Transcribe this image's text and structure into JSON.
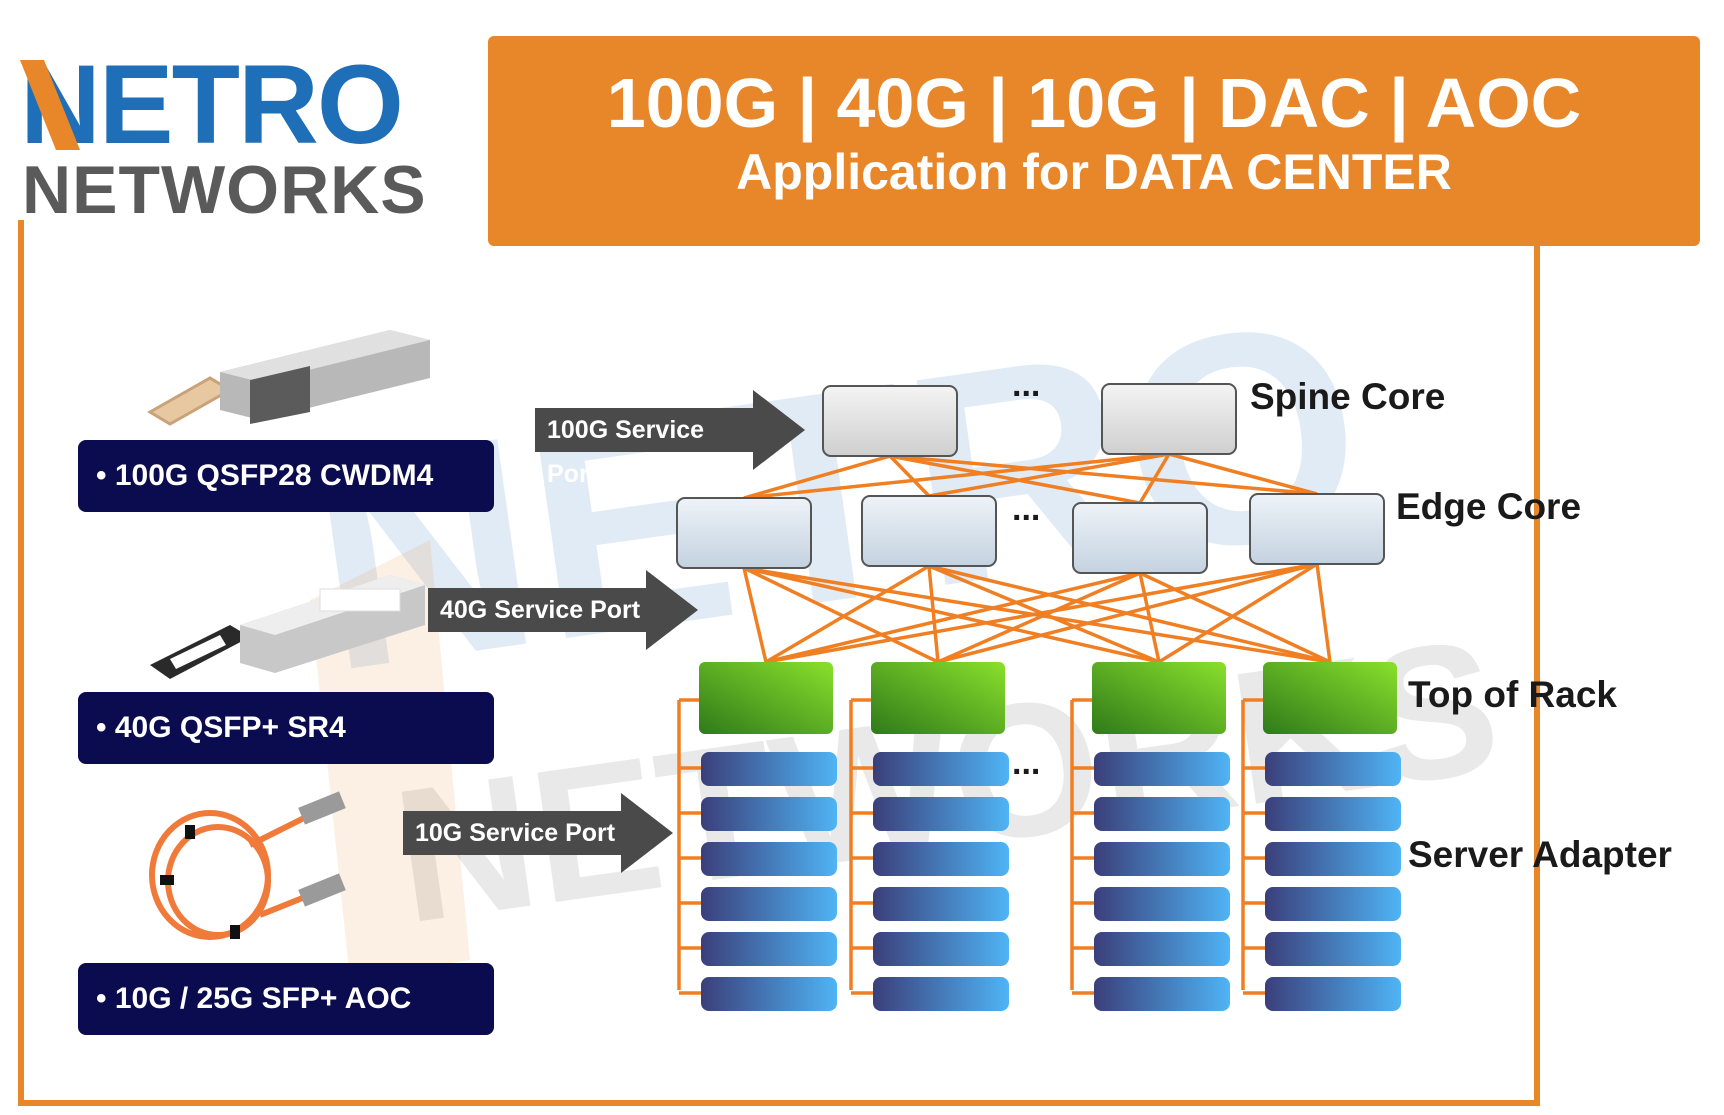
{
  "logo": {
    "top": "NETRO",
    "bottom": "NETWORKS",
    "watermark_top": "NETRO",
    "watermark_bottom": "NETWORKS"
  },
  "banner": {
    "title": "100G | 40G | 10G | DAC | AOC",
    "subtitle": "Application for DATA CENTER"
  },
  "products": [
    {
      "label": "• 100G QSFP28 CWDM4",
      "arrow": "100G Service Port",
      "image": "qsfp28-transceiver"
    },
    {
      "label": "• 40G QSFP+ SR4",
      "arrow": "40G Service Port",
      "image": "qsfp-transceiver"
    },
    {
      "label": "• 10G / 25G SFP+ AOC",
      "arrow": "10G Service Port",
      "image": "aoc-cable"
    }
  ],
  "tiers": {
    "spine": "Spine Core",
    "edge": "Edge Core",
    "tor": "Top of Rack",
    "server": "Server Adapter"
  },
  "ellipsis": "...",
  "colors": {
    "orange": "#e8862a",
    "navy": "#0b0b4f",
    "blue": "#1e6fb8",
    "gray": "#5a5a5a",
    "green": "#5fae1d",
    "server": "#4aa3ea"
  }
}
